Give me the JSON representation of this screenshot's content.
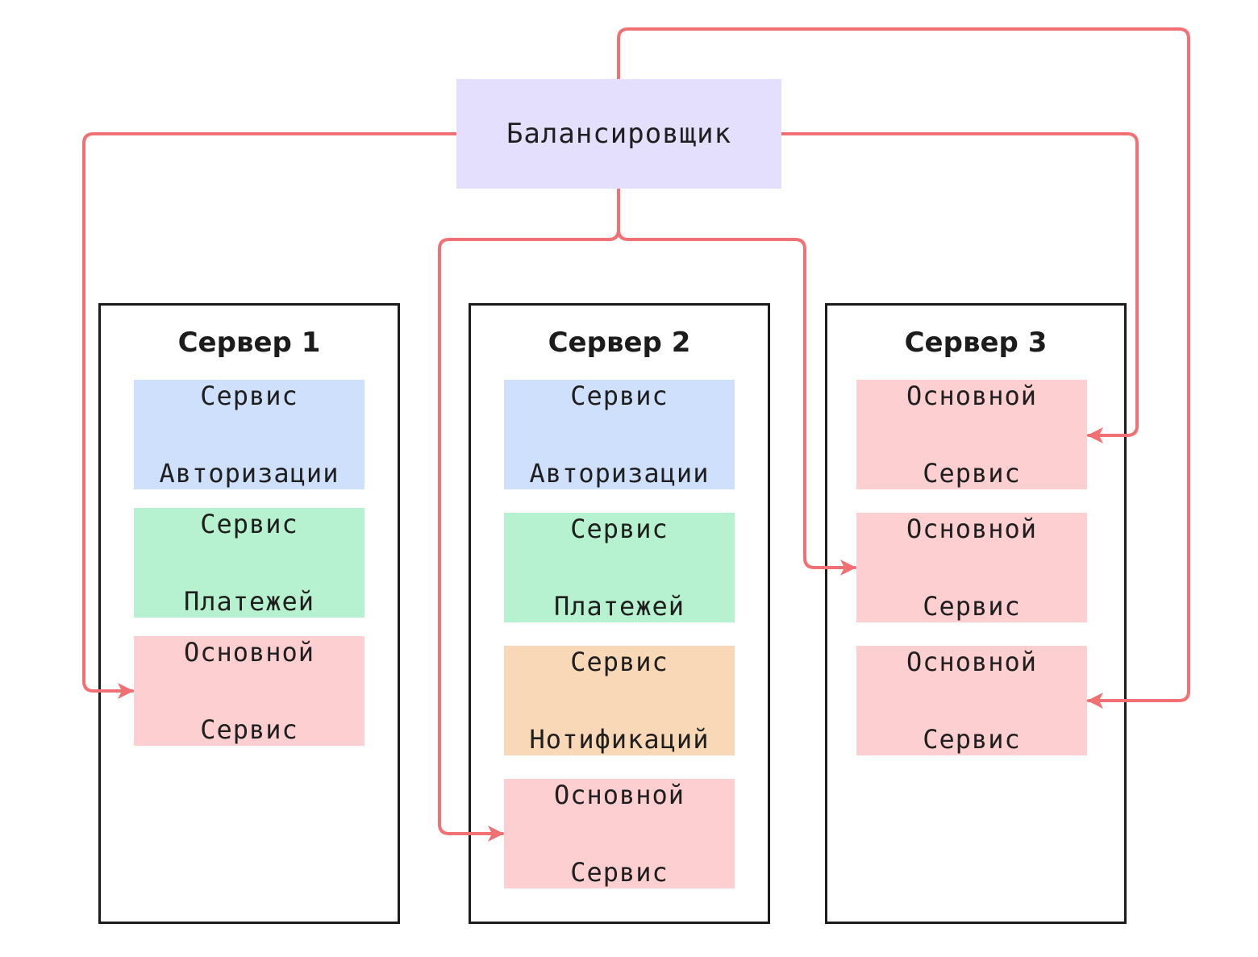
{
  "balancer": {
    "label": "Балансировщик"
  },
  "servers": [
    {
      "title": "Сервер 1",
      "services": [
        {
          "kind": "auth",
          "line1": "Сервис",
          "line2": "Авторизации"
        },
        {
          "kind": "pay",
          "line1": "Сервис",
          "line2": "Платежей"
        },
        {
          "kind": "main",
          "line1": "Основной",
          "line2": "Сервис"
        }
      ]
    },
    {
      "title": "Сервер 2",
      "services": [
        {
          "kind": "auth",
          "line1": "Сервис",
          "line2": "Авторизации"
        },
        {
          "kind": "pay",
          "line1": "Сервис",
          "line2": "Платежей"
        },
        {
          "kind": "notify",
          "line1": "Сервис",
          "line2": "Нотификаций"
        },
        {
          "kind": "main",
          "line1": "Основной",
          "line2": "Сервис"
        }
      ]
    },
    {
      "title": "Сервер 3",
      "services": [
        {
          "kind": "main",
          "line1": "Основной",
          "line2": "Сервис"
        },
        {
          "kind": "main",
          "line1": "Основной",
          "line2": "Сервис"
        },
        {
          "kind": "main",
          "line1": "Основной",
          "line2": "Сервис"
        }
      ]
    }
  ],
  "colors": {
    "connector": "#f07074",
    "auth": "#cfe0fc",
    "payments": "#b6f2cf",
    "notifications": "#f8d8b6",
    "main": "#fdcfd0",
    "balancer": "#e3dffc",
    "border": "#1c1c1c"
  }
}
